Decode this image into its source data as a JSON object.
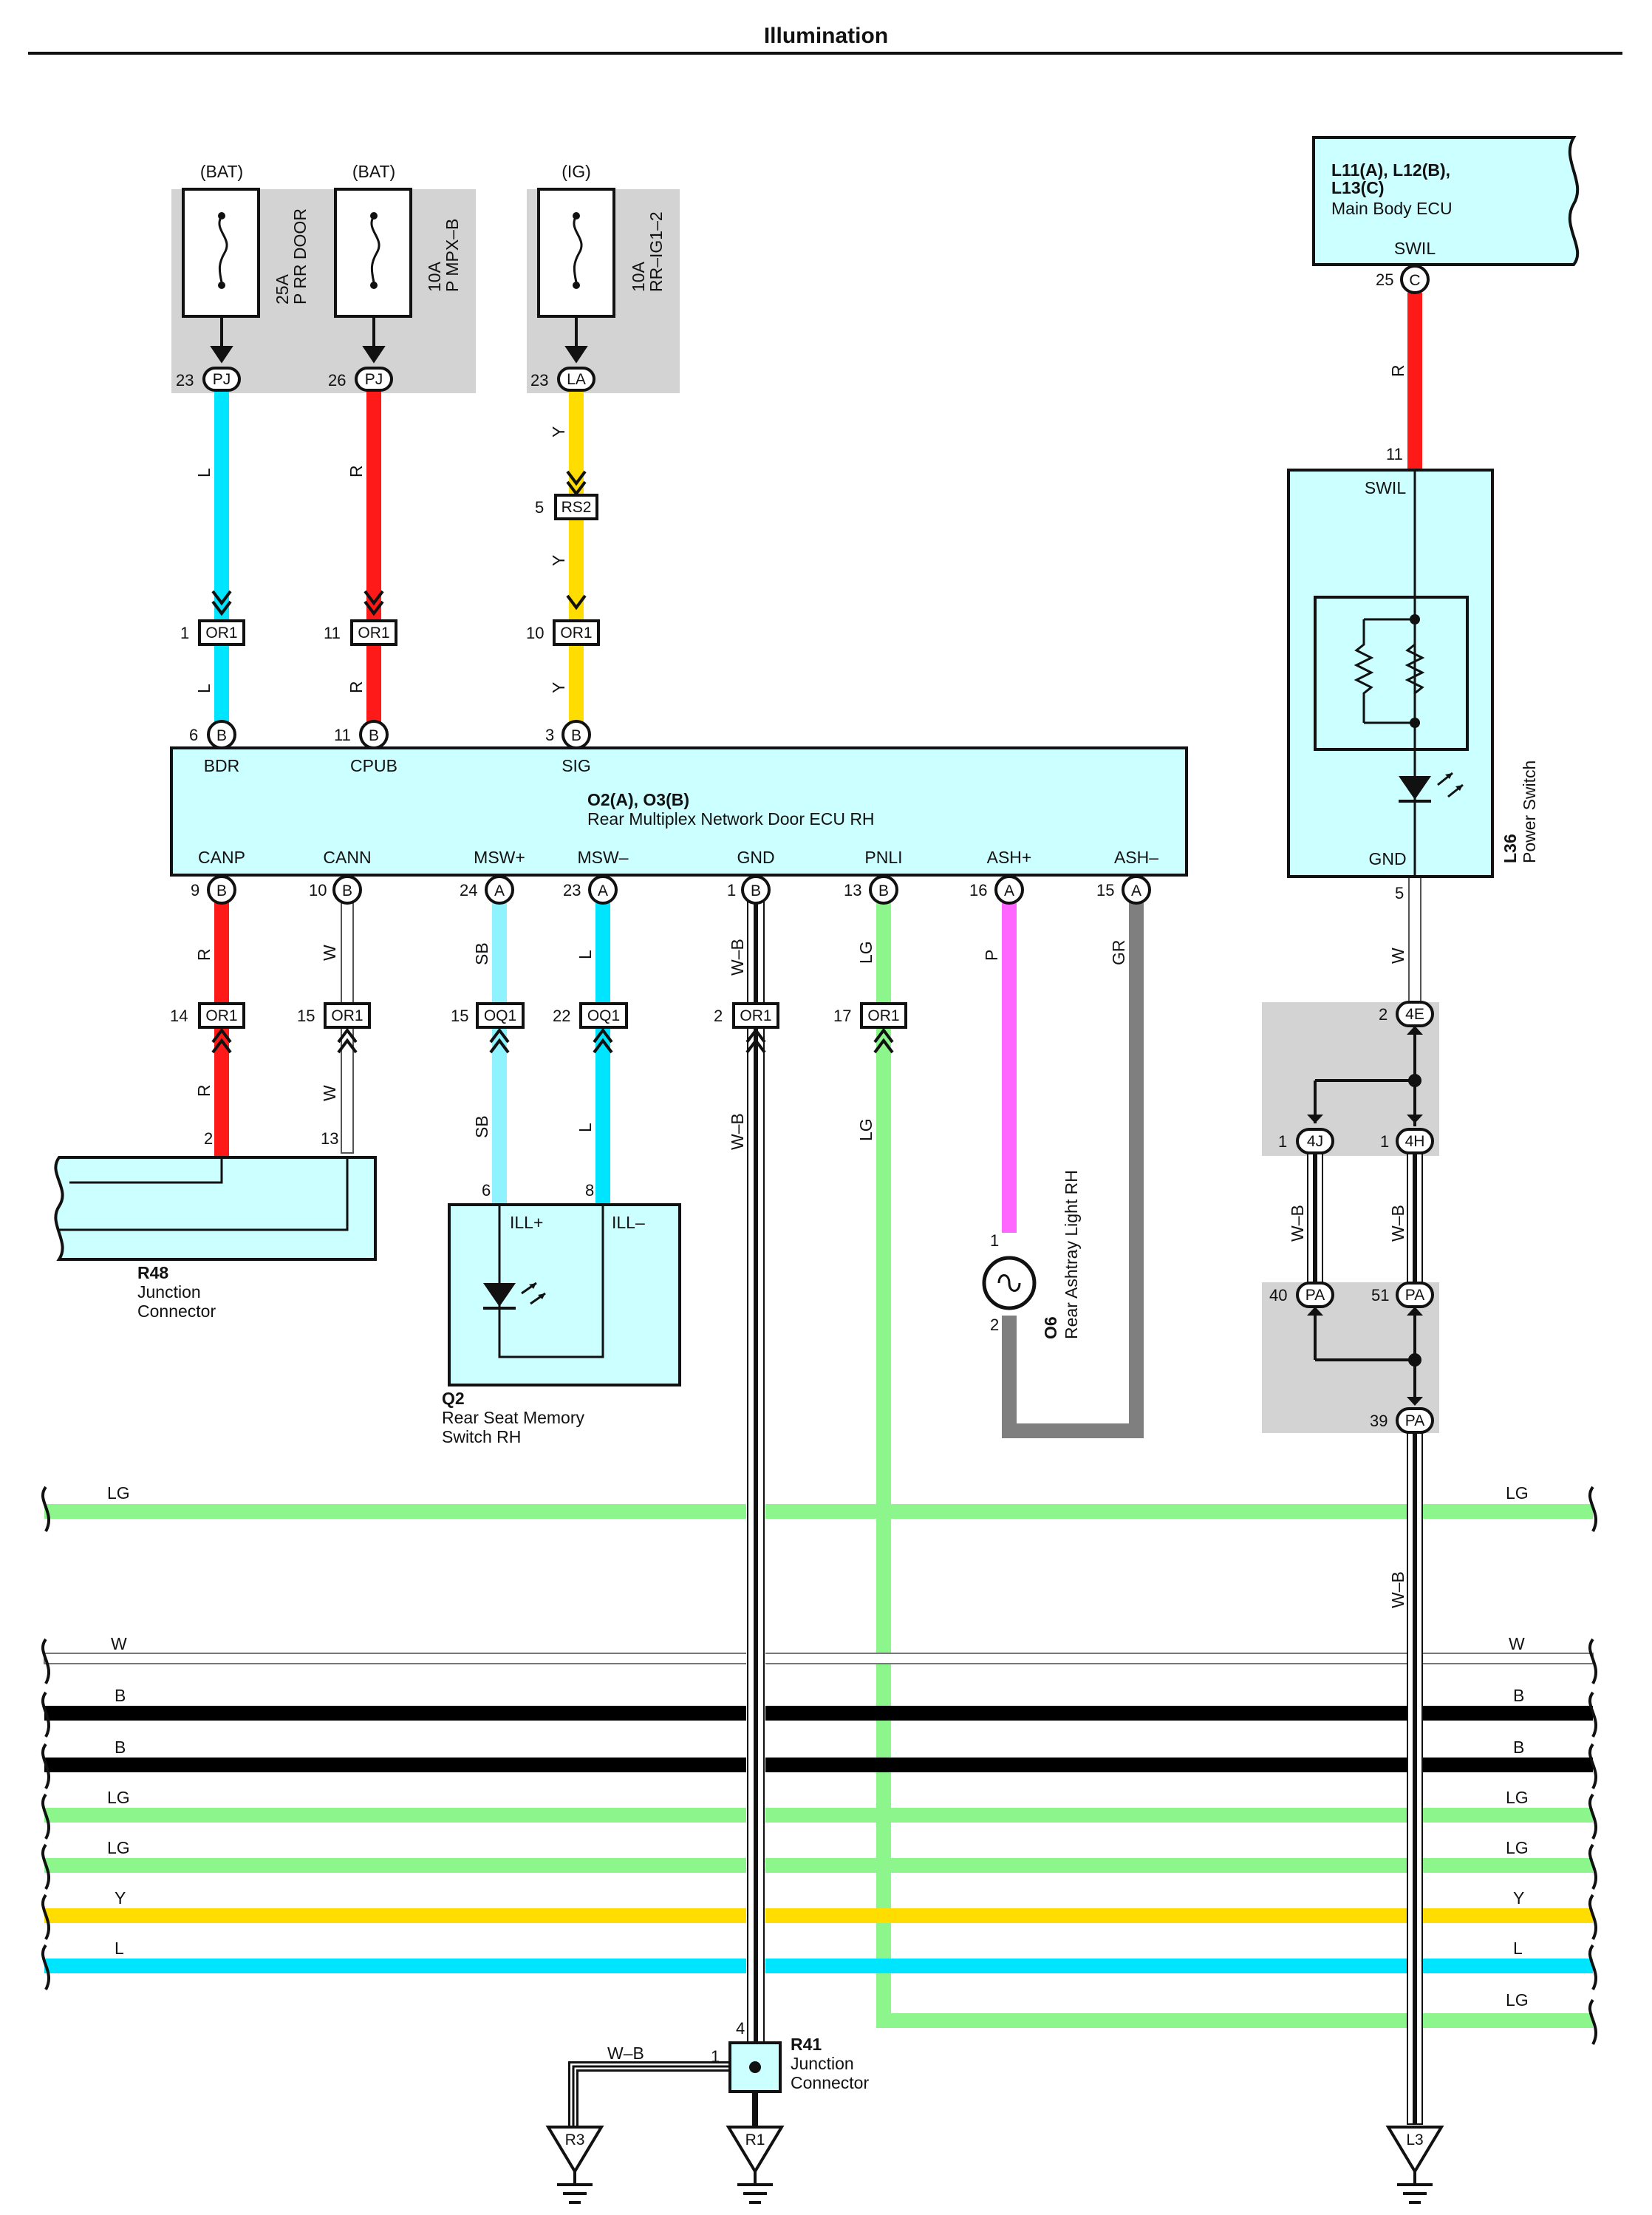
{
  "title": "Illumination",
  "colors": {
    "L": "#00e5ff",
    "R": "#ff1a1a",
    "Y": "#ffdd00",
    "SB": "#8ff3ff",
    "LG": "#8cf58c",
    "P": "#ff66ff",
    "GR": "#7f7f7f",
    "W": "#ffffff",
    "B": "#000000",
    "box": "#ccffff",
    "shade": "#d3d3d3"
  },
  "fuses": [
    {
      "source": "(BAT)",
      "rating": "25A",
      "name": "P RR DOOR",
      "pin": "23",
      "conn": "PJ"
    },
    {
      "source": "(BAT)",
      "rating": "10A",
      "name": "P MPX–B",
      "pin": "26",
      "conn": "PJ"
    },
    {
      "source": "(IG)",
      "rating": "10A",
      "name": "RR–IG1–2",
      "pin": "23",
      "conn": "LA"
    }
  ],
  "inline_connectors": {
    "rs2": {
      "pin": "5",
      "name": "RS2"
    },
    "or1_top": [
      {
        "pin": "1",
        "name": "OR1"
      },
      {
        "pin": "11",
        "name": "OR1"
      },
      {
        "pin": "10",
        "name": "OR1"
      }
    ],
    "row_bottom": [
      {
        "pin": "14",
        "name": "OR1"
      },
      {
        "pin": "15",
        "name": "OR1"
      },
      {
        "pin": "15",
        "name": "OQ1"
      },
      {
        "pin": "22",
        "name": "OQ1"
      },
      {
        "pin": "2",
        "name": "OR1"
      },
      {
        "pin": "17",
        "name": "OR1"
      }
    ]
  },
  "wire_codes": {
    "fuse1_upper": "L",
    "fuse1_lower": "L",
    "fuse2_upper": "R",
    "fuse2_lower": "R",
    "fuse3_upper": "Y",
    "fuse3_mid": "Y",
    "fuse3_lower": "Y",
    "canp_upper": "R",
    "canp_lower": "R",
    "cann_upper": "W",
    "cann_lower": "W",
    "mswp_upper": "SB",
    "mswp_lower": "SB",
    "mswm_upper": "L",
    "mswm_lower": "L",
    "gnd_upper": "W–B",
    "gnd_lower": "W–B",
    "pnli_upper": "LG",
    "pnli_lower": "LG",
    "ashp": "P",
    "ashm": "GR",
    "swil": "R",
    "gnd_ps": "W",
    "wb_left": "W–B",
    "wb_right": "W–B",
    "wb_long": "W–B",
    "r41_r3": "W–B"
  },
  "ecu_rh": {
    "name1": "O2(A), O3(B)",
    "name2": "Rear Multiplex Network Door ECU RH",
    "top_pins": [
      {
        "num": "6",
        "conn": "B",
        "label": "BDR"
      },
      {
        "num": "11",
        "conn": "B",
        "label": "CPUB"
      },
      {
        "num": "3",
        "conn": "B",
        "label": "SIG"
      }
    ],
    "bottom_pins": [
      {
        "num": "9",
        "conn": "B",
        "label": "CANP"
      },
      {
        "num": "10",
        "conn": "B",
        "label": "CANN"
      },
      {
        "num": "24",
        "conn": "A",
        "label": "MSW+"
      },
      {
        "num": "23",
        "conn": "A",
        "label": "MSW–"
      },
      {
        "num": "1",
        "conn": "B",
        "label": "GND"
      },
      {
        "num": "13",
        "conn": "B",
        "label": "PNLI"
      },
      {
        "num": "16",
        "conn": "A",
        "label": "ASH+"
      },
      {
        "num": "15",
        "conn": "A",
        "label": "ASH–"
      }
    ]
  },
  "main_body_ecu": {
    "line1": "L11(A), L12(B),",
    "line2": "L13(C)",
    "line3": "Main Body ECU",
    "pin_label": "SWIL",
    "pin_num": "25",
    "pin_conn": "C"
  },
  "power_switch": {
    "id": "L36",
    "name": "Power Switch",
    "top_pin": "11",
    "top_label": "SWIL",
    "bottom_pin": "5",
    "bottom_label": "GND"
  },
  "junction_r48": {
    "id": "R48",
    "line1": "Junction",
    "line2": "Connector",
    "pin_a": "2",
    "pin_b": "13"
  },
  "switch_q2": {
    "id": "Q2",
    "line1": "Rear Seat Memory",
    "line2": "Switch RH",
    "pin_a": "6",
    "pin_b": "8",
    "label_a": "ILL+",
    "label_b": "ILL–"
  },
  "ashtray_o6": {
    "id": "O6",
    "name": "Rear Ashtray Light RH",
    "pin1": "1",
    "pin2": "2"
  },
  "splices": {
    "e4": {
      "pin": "2",
      "name": "4E"
    },
    "j4": {
      "pin": "1",
      "name": "4J"
    },
    "h4": {
      "pin": "1",
      "name": "4H"
    },
    "pa40": {
      "pin": "40",
      "name": "PA"
    },
    "pa51": {
      "pin": "51",
      "name": "PA"
    },
    "pa39": {
      "pin": "39",
      "name": "PA"
    }
  },
  "junction_r41": {
    "id": "R41",
    "line1": "Junction",
    "line2": "Connector",
    "pin_top": "4",
    "pin_left": "1"
  },
  "grounds": [
    "R3",
    "R1",
    "L3"
  ],
  "bus_lines": [
    {
      "code": "LG",
      "color": "LG"
    },
    {
      "code": "W",
      "color": "W"
    },
    {
      "code": "B",
      "color": "B"
    },
    {
      "code": "B",
      "color": "B"
    },
    {
      "code": "LG",
      "color": "LG"
    },
    {
      "code": "LG",
      "color": "LG"
    },
    {
      "code": "Y",
      "color": "Y"
    },
    {
      "code": "L",
      "color": "L"
    },
    {
      "code": "LG",
      "color": "LG"
    }
  ]
}
